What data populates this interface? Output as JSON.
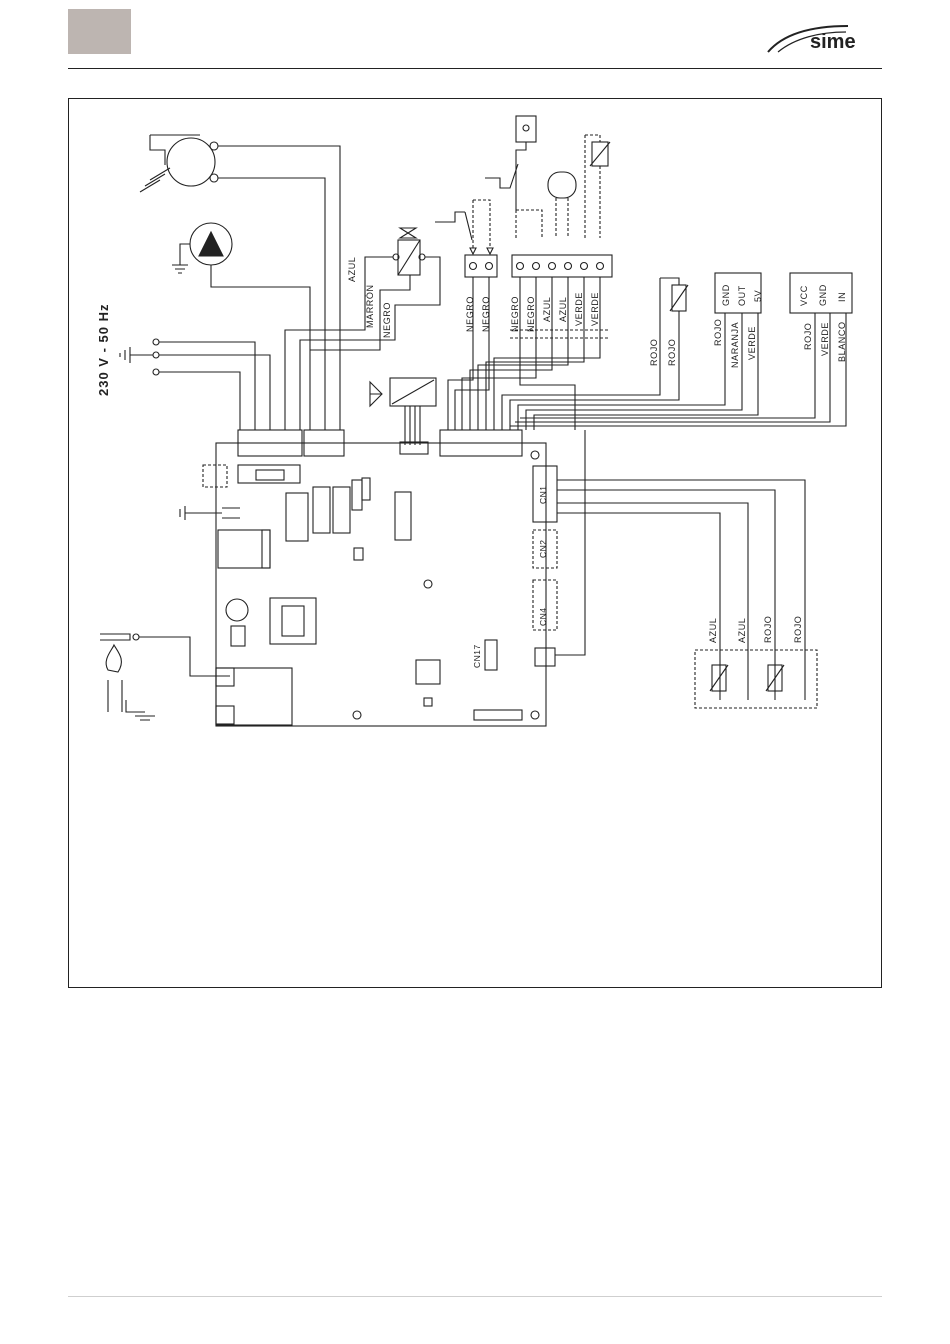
{
  "header": {
    "brand": "sime",
    "tab_color": "#bdb5b1"
  },
  "diagram": {
    "supply_label": "230 V - 50 Hz",
    "wire_labels_left": [
      "AZUL",
      "MARRÓN",
      "NEGRO"
    ],
    "terminal_labels_a": [
      "NEGRO",
      "NEGRO"
    ],
    "terminal_labels_b": [
      "NEGRO",
      "NEGRO",
      "AZUL",
      "AZUL",
      "VERDE",
      "VERDE"
    ],
    "rojo_pair": [
      "ROJO",
      "ROJO"
    ],
    "sensor_a_pins": [
      "GND",
      "OUT",
      "5V"
    ],
    "sensor_a_wires": [
      "ROJO",
      "NARANJA",
      "VERDE"
    ],
    "sensor_b_pins": [
      "VCC",
      "GND",
      "IN"
    ],
    "sensor_b_wires": [
      "ROJO",
      "VERDE",
      "BLANCO"
    ],
    "connectors": [
      "CN1",
      "CN2",
      "CN4",
      "CN17"
    ],
    "probe_wires": [
      "AZUL",
      "AZUL",
      "ROJO",
      "ROJO"
    ]
  }
}
